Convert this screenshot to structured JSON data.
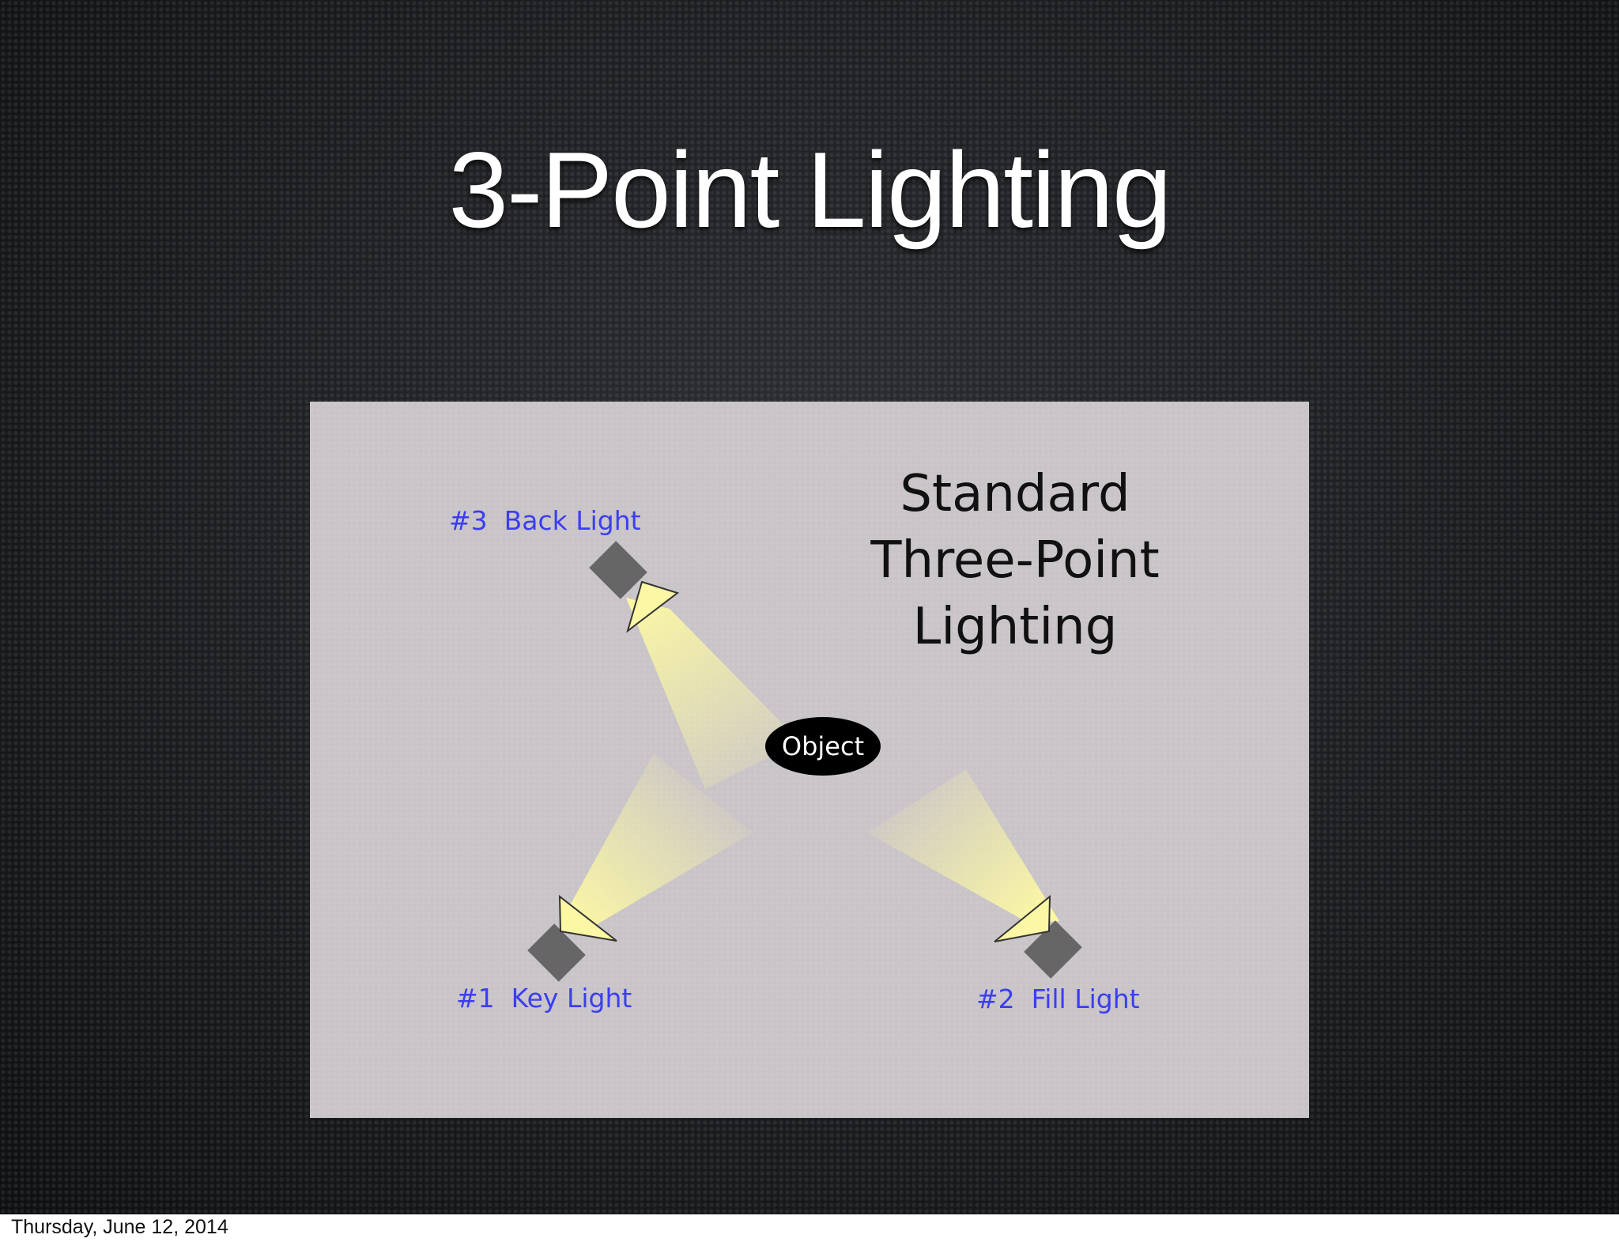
{
  "slide": {
    "title": "3-Point Lighting"
  },
  "diagram": {
    "heading_lines": [
      "Standard",
      "Three-Point",
      "Lighting"
    ],
    "object_label": "Object",
    "lights": [
      {
        "id": "key",
        "label": "#1  Key Light",
        "icon": "spotlight-icon"
      },
      {
        "id": "fill",
        "label": "#2  Fill Light",
        "icon": "spotlight-icon"
      },
      {
        "id": "back",
        "label": "#3  Back Light",
        "icon": "spotlight-icon"
      }
    ],
    "colors": {
      "panel": "#c9c4c7",
      "label_blue": "#3b3ef0",
      "beam_yellow": "#fbf7a4",
      "lamp_body": "#666666",
      "object_fill": "#000000"
    }
  },
  "footer": {
    "date": "Thursday, June 12, 2014"
  }
}
